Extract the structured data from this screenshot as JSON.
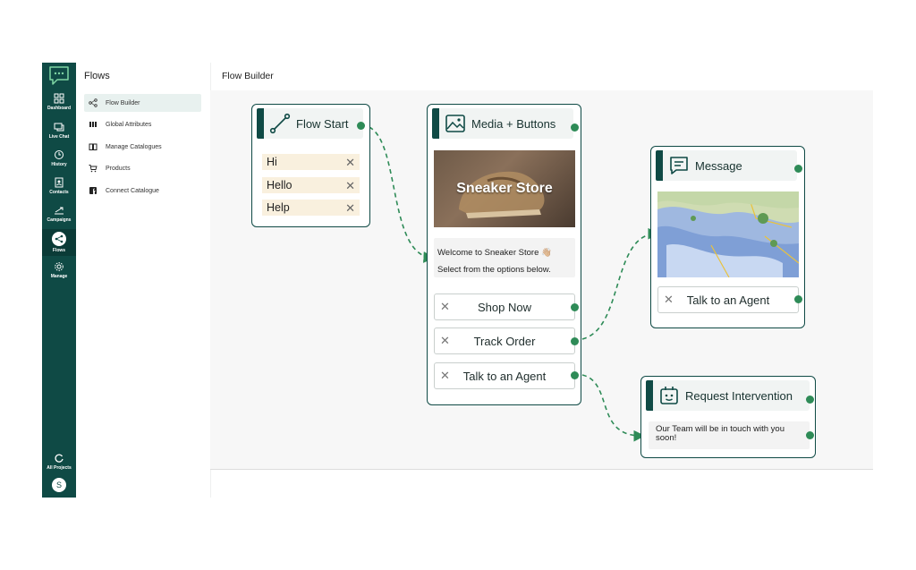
{
  "rail": {
    "items": [
      {
        "label": "Dashboard",
        "icon": "dashboard-icon"
      },
      {
        "label": "Live Chat",
        "icon": "chat-icon"
      },
      {
        "label": "History",
        "icon": "history-icon"
      },
      {
        "label": "Contacts",
        "icon": "contacts-icon"
      },
      {
        "label": "Campaigns",
        "icon": "campaigns-icon"
      },
      {
        "label": "Flows",
        "icon": "flows-icon"
      },
      {
        "label": "Manage",
        "icon": "gear-icon"
      }
    ],
    "all_projects": "All Projects",
    "avatar_initial": "S"
  },
  "sidebar": {
    "title": "Flows",
    "items": [
      {
        "label": "Flow Builder",
        "icon": "flow-builder-icon"
      },
      {
        "label": "Global Attributes",
        "icon": "attributes-icon"
      },
      {
        "label": "Manage Catalogues",
        "icon": "catalogue-icon"
      },
      {
        "label": "Products",
        "icon": "cart-icon"
      },
      {
        "label": "Connect Catalogue",
        "icon": "facebook-icon"
      }
    ]
  },
  "main": {
    "title": "Flow Builder"
  },
  "nodes": {
    "flow_start": {
      "title": "Flow Start",
      "keywords": [
        "Hi",
        "Hello",
        "Help"
      ]
    },
    "media": {
      "title": "Media + Buttons",
      "image_text": "Sneaker Store",
      "message_line1": "Welcome to Sneaker Store 👋🏼",
      "message_line2": "Select from the options below.",
      "buttons": [
        "Shop Now",
        "Track Order",
        "Talk to an Agent"
      ]
    },
    "message": {
      "title": "Message",
      "button": "Talk to an Agent"
    },
    "intervention": {
      "title": "Request Intervention",
      "text": "Our Team will be in touch with you soon!"
    }
  },
  "colors": {
    "brand": "#0f4a45",
    "connector": "#2e8b57",
    "keyword_bg": "#f9f0de",
    "canvas": "#f7f7f7"
  }
}
